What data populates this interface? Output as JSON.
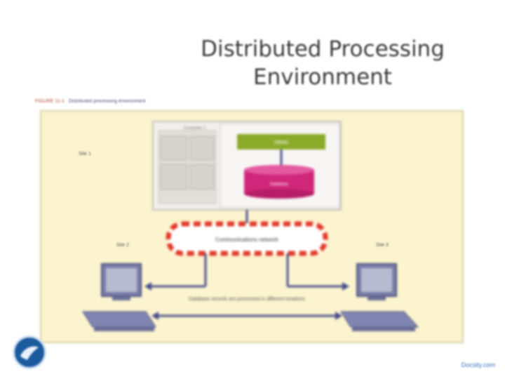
{
  "slide": {
    "title": "Distributed Processing Environment",
    "footer": "Docsity.com"
  },
  "figure": {
    "caption_prefix": "FIGURE 11-1",
    "caption_text": "Distributed processing environment",
    "site1_label": "Site 1",
    "site2_label": "Site 2",
    "site3_label": "Site 3",
    "computer_label": "Computer 1",
    "dbms_label": "DBMS",
    "database_label": "Database",
    "network_label": "Communications network",
    "bottom_note": "Database records are processed in different locations"
  },
  "colors": {
    "panel_bg": "#fbf4cf",
    "dbms_green": "#8aaa2a",
    "database_magenta": "#d0277a",
    "network_red": "#e2392a",
    "arrow_blue": "#4a4e8c",
    "logo_blue": "#1c5a9e"
  }
}
